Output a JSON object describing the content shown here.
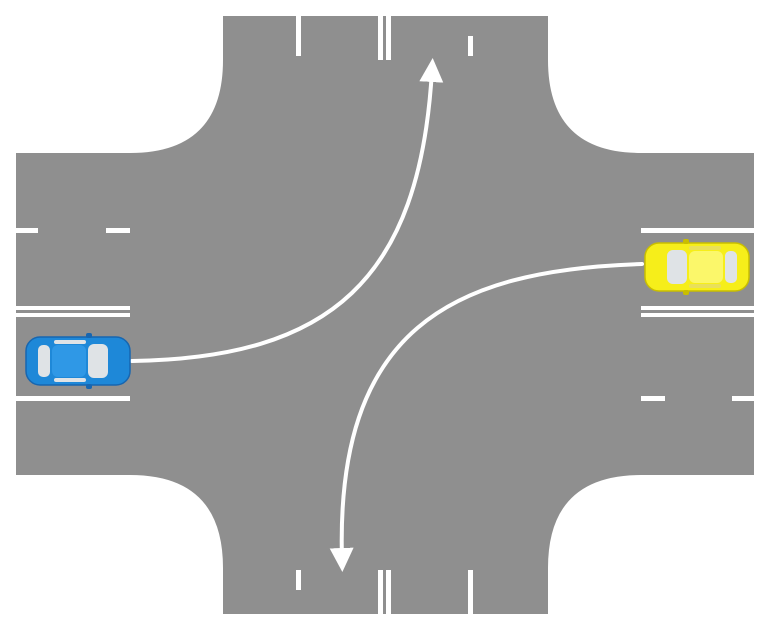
{
  "scene": {
    "type": "intersection-diagram",
    "colors": {
      "background": "#ffffff",
      "road": "#8f8f8f",
      "marking": "#ffffff",
      "blue_car": "#1e88d8",
      "blue_car_dark": "#1766b0",
      "yellow_car": "#f6ee1a",
      "yellow_car_dark": "#c9be00",
      "glass": "#dfe3e6",
      "roof_blue": "#2f98e6",
      "roof_yellow": "#fbf76a"
    },
    "vehicles": [
      {
        "name": "blue-car",
        "color": "blue",
        "maneuver": "turn-left",
        "from": "west-approach",
        "to": "north-exit"
      },
      {
        "name": "yellow-car",
        "color": "yellow",
        "maneuver": "turn-left",
        "from": "east-approach",
        "to": "south-exit"
      }
    ],
    "paths": [
      {
        "name": "blue-car-path",
        "direction": "left-turn"
      },
      {
        "name": "yellow-car-path",
        "direction": "left-turn"
      }
    ]
  }
}
